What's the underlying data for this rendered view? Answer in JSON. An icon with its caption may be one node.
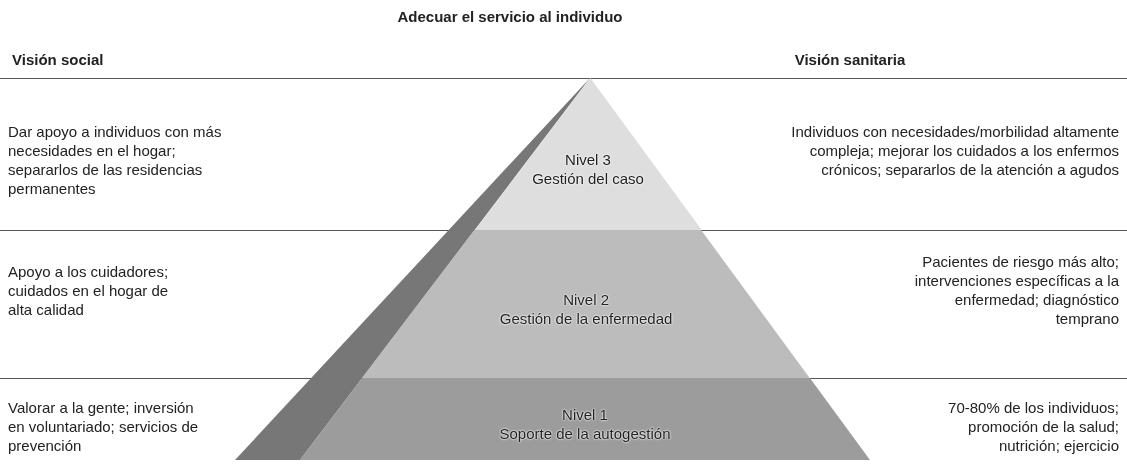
{
  "diagram": {
    "title": "Adecuar el servicio al individuo",
    "nodes": [
      {
        "text": [
          "Nivel 3",
          "Gestión del caso"
        ]
      },
      {
        "text": [
          "Nivel 2",
          "Gestión de la enfermedad"
        ]
      },
      {
        "text": [
          "Nivel 1",
          "Soporte de la autogestión"
        ]
      }
    ],
    "labels": [
      "Visión social",
      "Visión sanitaria",
      "Dar apoyo a individuos con más necesidades en el hogar; separarlos de las residencias permanentes",
      "Individuos con necesidades/morbilidad altamente compleja; mejorar los cuidados a los enfermos crónicos; separarlos de la atención a agudos",
      "Apoyo a los cuidadores; cuidados en el hogar de alta calidad",
      "Pacientes de riesgo más alto; intervenciones específicas a la enfermedad; diagnóstico temprano",
      "Valorar a la gente; inversión en voluntariado; servicios de prevención",
      "70-80% de los individuos; promoción de la salud; nutrición; ejercicio"
    ]
  }
}
